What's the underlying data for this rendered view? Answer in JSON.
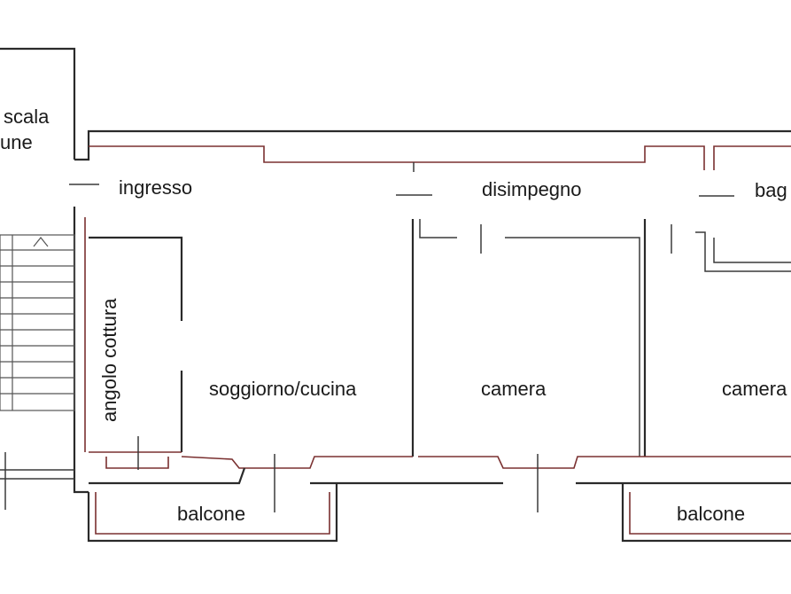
{
  "rooms": {
    "vano_scala_line1": "scala",
    "vano_scala_line2": "une",
    "ingresso": "ingresso",
    "disimpegno": "disimpegno",
    "bagno": "bag",
    "angolo_cottura": "angolo cottura",
    "soggiorno_cucina": "soggiorno/cucina",
    "camera_1": "camera",
    "camera_2": "camera",
    "balcone_1": "balcone",
    "balcone_2": "balcone"
  },
  "colors": {
    "wall": "#2a2a2a",
    "wall_inner": "#7a3030",
    "background": "#ffffff"
  }
}
